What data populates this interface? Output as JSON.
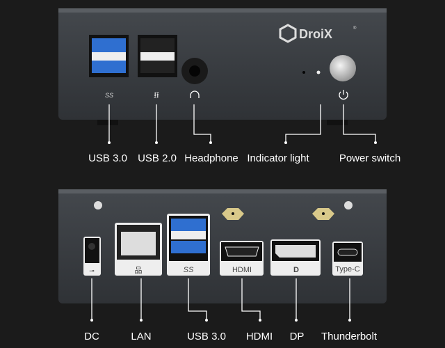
{
  "brand": {
    "name": "DroiX",
    "registered": "®"
  },
  "colors": {
    "background": "#1b1b1b",
    "panel": "#3a3d41",
    "usb3_blue": "#2f6fd0",
    "antenna_gold": "#d9c98a"
  },
  "front_panel": {
    "labels": {
      "usb3": "USB 3.0",
      "usb2": "USB 2.0",
      "headphone": "Headphone",
      "indicator": "Indicator light",
      "power": "Power switch"
    },
    "icons": [
      "ss-usb-icon",
      "usb-icon",
      "headphone-icon",
      "power-icon"
    ]
  },
  "back_panel": {
    "port_tags": {
      "hdmi": "HDMI",
      "dp": "D",
      "typec": "Type-C",
      "usb3": "SS"
    },
    "labels": {
      "dc": "DC",
      "lan": "LAN",
      "usb3": "USB 3.0",
      "hdmi": "HDMI",
      "dp": "DP",
      "thunderbolt": "Thunderbolt"
    }
  }
}
